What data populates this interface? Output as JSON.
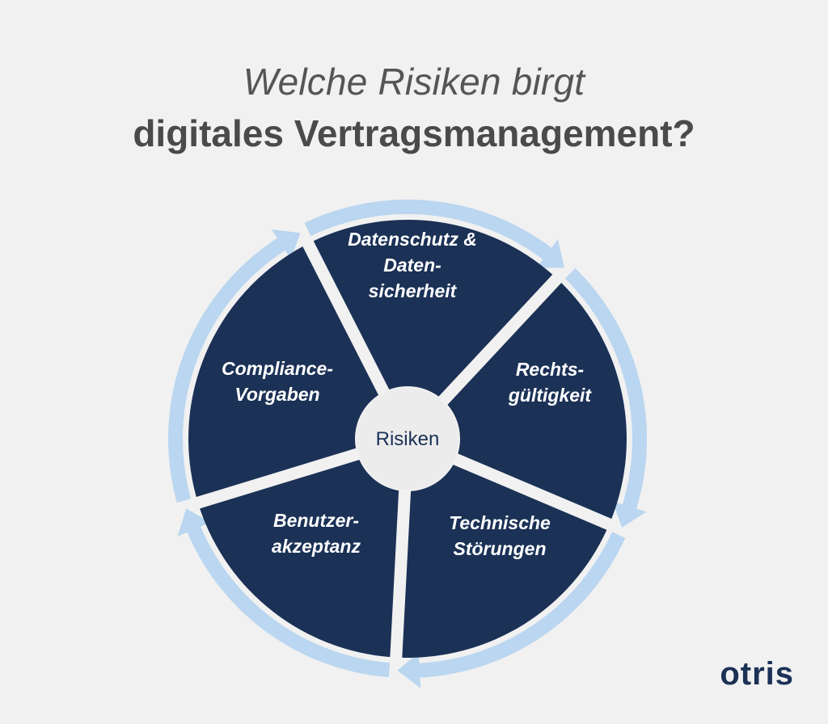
{
  "title": {
    "line1": "Welche Risiken birgt",
    "line2": "digitales Vertragsmanagement?"
  },
  "diagram": {
    "center_label": "Risiken",
    "segments": [
      {
        "lines": [
          "Datenschutz &",
          "Daten-",
          "sicherheit"
        ]
      },
      {
        "lines": [
          "Rechts-",
          "gültigkeit"
        ]
      },
      {
        "lines": [
          "Technische",
          "Störungen"
        ]
      },
      {
        "lines": [
          "Benutzer-",
          "akzeptanz"
        ]
      },
      {
        "lines": [
          "Compliance-",
          "Vorgaben"
        ]
      }
    ],
    "colors": {
      "segment_fill": "#1b3156",
      "ring": "#bad6f0",
      "hub": "#ececec",
      "text": "#ffffff"
    }
  },
  "brand": {
    "logo_text": "otris"
  }
}
